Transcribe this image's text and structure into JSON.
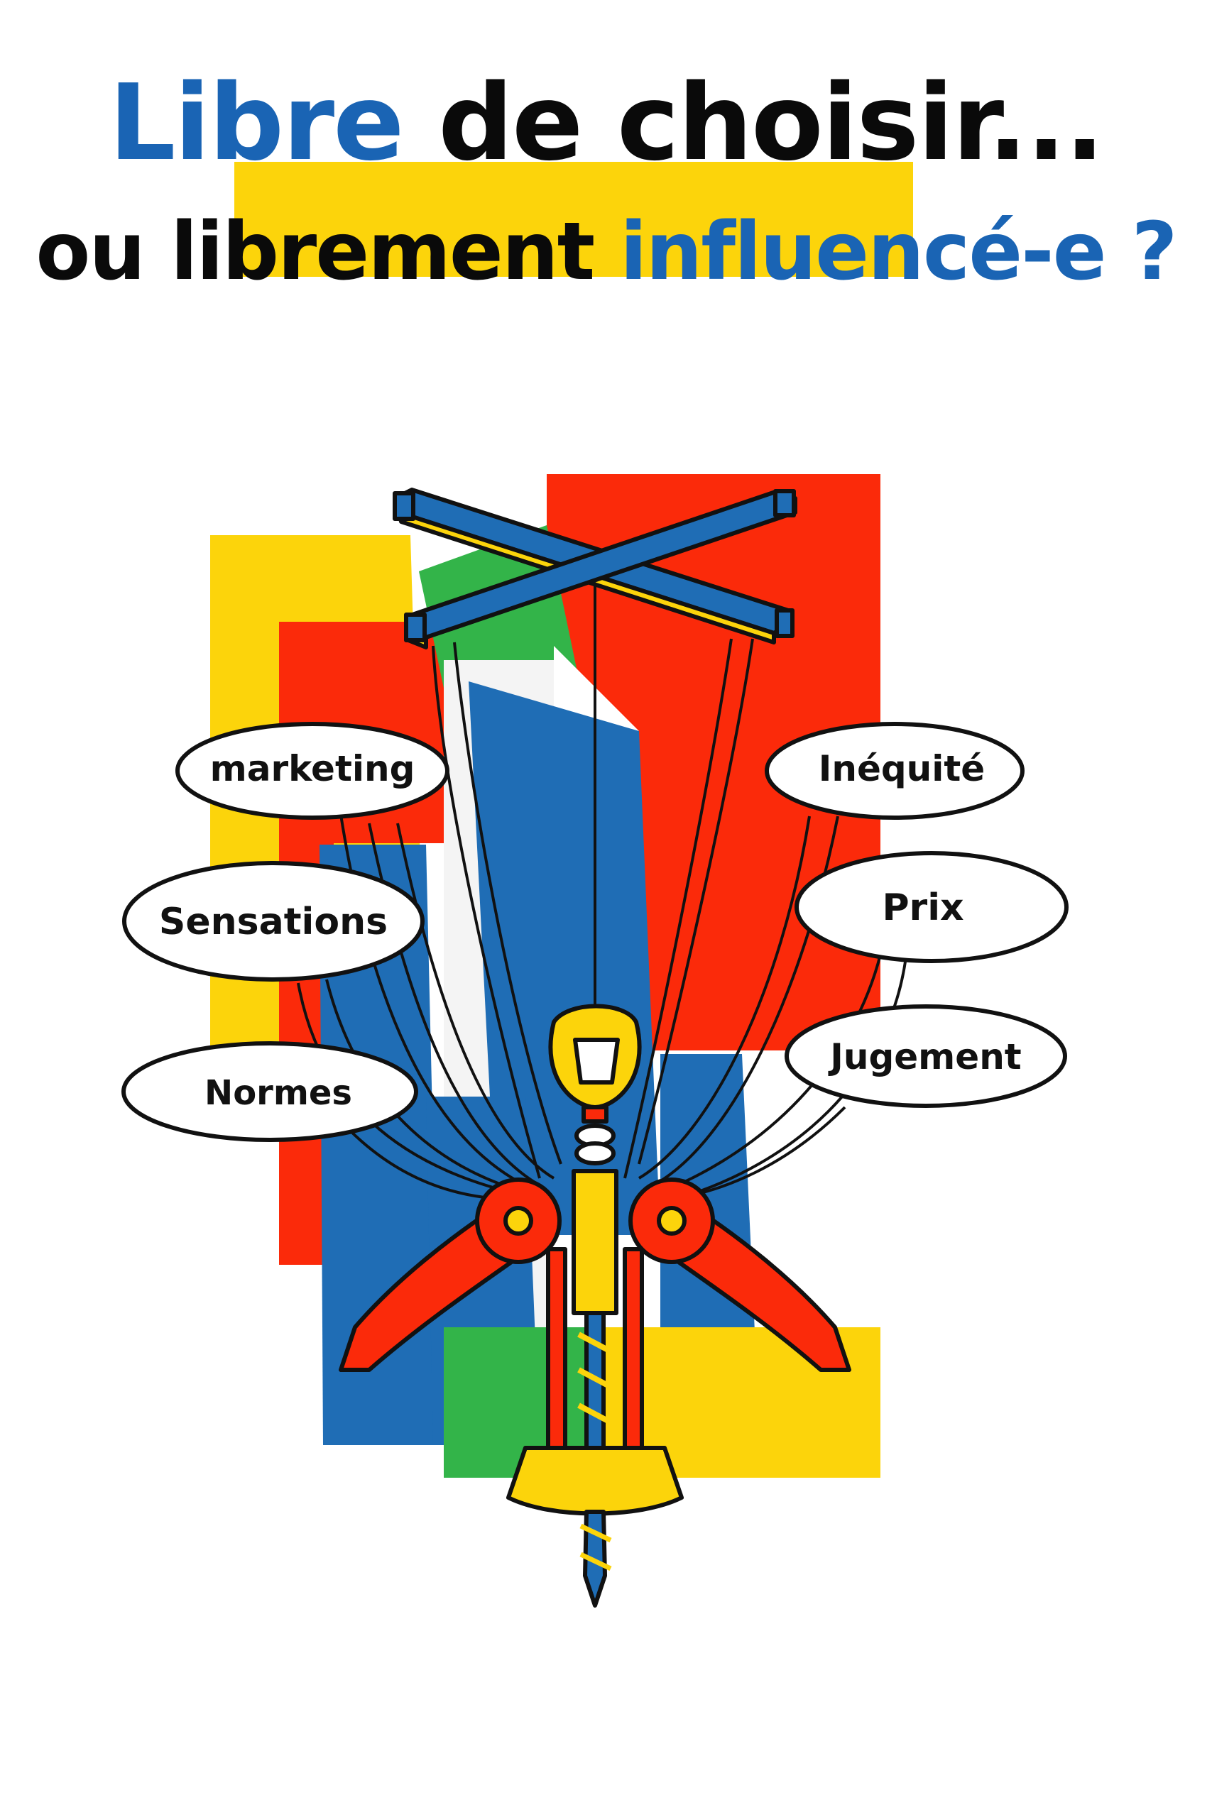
{
  "title": {
    "line1_part1": "Libre",
    "line1_part2": "de choisir...",
    "line2_part1": "ou librement",
    "line2_part2": "influencé-e ?"
  },
  "bubbles": {
    "marketing": "marketing",
    "sensations": "Sensations",
    "normes": "Normes",
    "inequite": "Inéquité",
    "prix": "Prix",
    "jugement": "Jugement"
  },
  "colors": {
    "blue": "#1a64b4",
    "yellow": "#fcd40b",
    "red": "#fb2a0a",
    "green": "#33b449",
    "black": "#0a0a0a"
  },
  "icons": {
    "main": "marionette-corkscrew-icon",
    "control_bar": "marionette-control-cross-icon"
  }
}
